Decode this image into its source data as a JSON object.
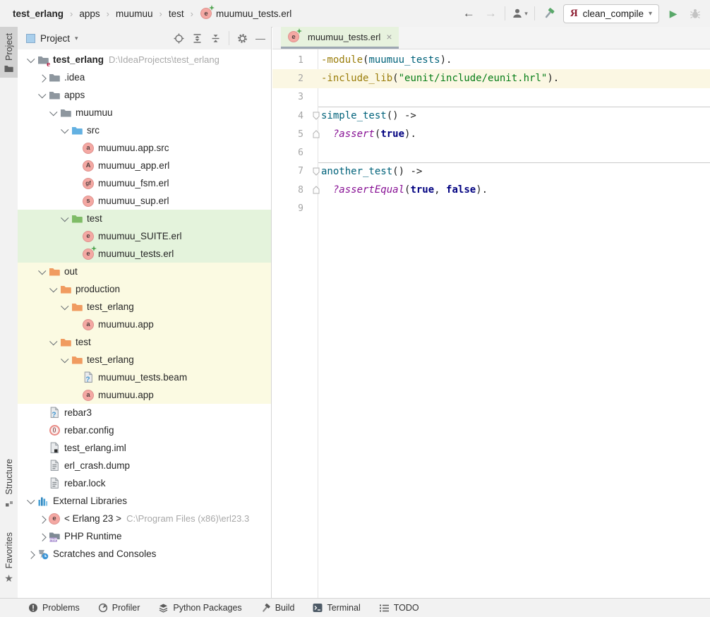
{
  "toolbar": {
    "breadcrumbs": [
      {
        "label": "test_erlang",
        "bold": true
      },
      {
        "label": "apps"
      },
      {
        "label": "muumuu"
      },
      {
        "label": "test"
      },
      {
        "label": "muumuu_tests.erl",
        "icon": "erlang-file-test-icon"
      }
    ],
    "separator_glyph": "›",
    "back_glyph": "←",
    "forward_glyph": "→",
    "caret_glyph": "▾",
    "run_config": "clean_compile",
    "rebar_letter": "Я",
    "play_glyph": "▶"
  },
  "stripe": {
    "project": "Project",
    "structure": "Structure",
    "favorites": "Favorites",
    "star_glyph": "★"
  },
  "project_panel": {
    "title": "Project",
    "caret_glyph": "▾",
    "minimize_glyph": "—",
    "tree": [
      {
        "label": "test_erlang",
        "suffix": "D:\\IdeaProjects\\test_erlang",
        "level": 0,
        "chevron": "open",
        "icon": "folder-root",
        "bold": true
      },
      {
        "label": ".idea",
        "level": 1,
        "chevron": "closed",
        "icon": "folder"
      },
      {
        "label": "apps",
        "level": 1,
        "chevron": "open",
        "icon": "folder"
      },
      {
        "label": "muumuu",
        "level": 2,
        "chevron": "open",
        "icon": "folder"
      },
      {
        "label": "src",
        "level": 3,
        "chevron": "open",
        "icon": "folder-src"
      },
      {
        "label": "muumuu.app.src",
        "level": 4,
        "icon": "erl:a"
      },
      {
        "label": "muumuu_app.erl",
        "level": 4,
        "icon": "erl:A"
      },
      {
        "label": "muumuu_fsm.erl",
        "level": 4,
        "icon": "erl:gf"
      },
      {
        "label": "muumuu_sup.erl",
        "level": 4,
        "icon": "erl:s"
      },
      {
        "label": "test",
        "level": 3,
        "chevron": "open",
        "icon": "folder-test",
        "bg": "green"
      },
      {
        "label": "muumuu_SUITE.erl",
        "level": 4,
        "icon": "erl:e",
        "bg": "green"
      },
      {
        "label": "muumuu_tests.erl",
        "level": 4,
        "icon": "erl:e*",
        "bg": "green"
      },
      {
        "label": "out",
        "level": 1,
        "chevron": "open",
        "icon": "folder-excl",
        "bg": "yellow"
      },
      {
        "label": "production",
        "level": 2,
        "chevron": "open",
        "icon": "folder-excl",
        "bg": "yellow"
      },
      {
        "label": "test_erlang",
        "level": 3,
        "chevron": "open",
        "icon": "folder-excl",
        "bg": "yellow"
      },
      {
        "label": "muumuu.app",
        "level": 4,
        "icon": "erl:a",
        "bg": "yellow"
      },
      {
        "label": "test",
        "level": 2,
        "chevron": "open",
        "icon": "folder-excl",
        "bg": "yellow"
      },
      {
        "label": "test_erlang",
        "level": 3,
        "chevron": "open",
        "icon": "folder-excl",
        "bg": "yellow"
      },
      {
        "label": "muumuu_tests.beam",
        "level": 4,
        "icon": "file-unknown",
        "bg": "yellow"
      },
      {
        "label": "muumuu.app",
        "level": 4,
        "icon": "erl:a",
        "bg": "yellow"
      },
      {
        "label": "rebar3",
        "level": 1,
        "icon": "file-unknown"
      },
      {
        "label": "rebar.config",
        "level": 1,
        "icon": "erl-config"
      },
      {
        "label": "test_erlang.iml",
        "level": 1,
        "icon": "file-iml"
      },
      {
        "label": "erl_crash.dump",
        "level": 1,
        "icon": "file-text"
      },
      {
        "label": "rebar.lock",
        "level": 1,
        "icon": "file-text"
      },
      {
        "label": "External Libraries",
        "level": 0,
        "chevron": "open",
        "icon": "lib"
      },
      {
        "label": "< Erlang 23 >",
        "suffix": "C:\\Program Files (x86)\\erl23.3",
        "level": 1,
        "chevron": "closed",
        "icon": "erl:e"
      },
      {
        "label": "PHP Runtime",
        "level": 1,
        "chevron": "closed",
        "icon": "php"
      },
      {
        "label": "Scratches and Consoles",
        "level": 0,
        "chevron": "closed",
        "icon": "scratch"
      }
    ]
  },
  "editor": {
    "tab": {
      "label": "muumuu_tests.erl",
      "close_glyph": "×",
      "icon": "erlang-file-test-icon"
    },
    "caret_line": 2,
    "separators_above_lines": [
      4,
      7
    ],
    "fold_markers": {
      "4": "down",
      "5": "up",
      "7": "down",
      "8": "up"
    },
    "lines": [
      {
        "n": 1,
        "seg": [
          {
            "t": "-module",
            "c": "attr"
          },
          {
            "t": "(",
            "c": "pln"
          },
          {
            "t": "muumuu_tests",
            "c": "fn"
          },
          {
            "t": ").",
            "c": "pln"
          }
        ]
      },
      {
        "n": 2,
        "seg": [
          {
            "t": "-include_lib",
            "c": "attr"
          },
          {
            "t": "(",
            "c": "pln"
          },
          {
            "t": "\"eunit/include/eunit.hrl\"",
            "c": "str"
          },
          {
            "t": ").",
            "c": "pln"
          }
        ]
      },
      {
        "n": 3,
        "seg": []
      },
      {
        "n": 4,
        "seg": [
          {
            "t": "simple_test",
            "c": "fn"
          },
          {
            "t": "() ->",
            "c": "pln"
          }
        ]
      },
      {
        "n": 5,
        "seg": [
          {
            "t": "  ",
            "c": "pln"
          },
          {
            "t": "?assert",
            "c": "macro"
          },
          {
            "t": "(",
            "c": "pln"
          },
          {
            "t": "true",
            "c": "kw"
          },
          {
            "t": ").",
            "c": "pln"
          }
        ]
      },
      {
        "n": 6,
        "seg": []
      },
      {
        "n": 7,
        "seg": [
          {
            "t": "another_test",
            "c": "fn"
          },
          {
            "t": "() ->",
            "c": "pln"
          }
        ]
      },
      {
        "n": 8,
        "seg": [
          {
            "t": "  ",
            "c": "pln"
          },
          {
            "t": "?assertEqual",
            "c": "macro"
          },
          {
            "t": "(",
            "c": "pln"
          },
          {
            "t": "true",
            "c": "kw"
          },
          {
            "t": ", ",
            "c": "pln"
          },
          {
            "t": "false",
            "c": "kw"
          },
          {
            "t": ").",
            "c": "pln"
          }
        ]
      },
      {
        "n": 9,
        "seg": []
      }
    ]
  },
  "status_bar": {
    "items": [
      {
        "icon": "problems-icon",
        "label": "Problems"
      },
      {
        "icon": "profiler-icon",
        "label": "Profiler"
      },
      {
        "icon": "python-packages-icon",
        "label": "Python Packages"
      },
      {
        "icon": "build-icon",
        "label": "Build"
      },
      {
        "icon": "terminal-icon",
        "label": "Terminal"
      },
      {
        "icon": "todo-icon",
        "label": "TODO"
      }
    ]
  },
  "colors": {
    "accent_green": "#59A869",
    "test_scope_bg": "#E4F3DC",
    "excluded_scope_bg": "#FBFAE2",
    "caret_line_bg": "#FBF7E3",
    "active_tab_bg": "#E7F2DE",
    "tab_underline": "#9DA7B2",
    "folder_gray": "#8E979F",
    "folder_src_blue": "#63B1E2",
    "folder_test_green": "#7FBC67",
    "folder_excluded_orange": "#F09B60",
    "erlang_badge_pink": "#F4A8A3",
    "rebar_red": "#8E1F33"
  }
}
